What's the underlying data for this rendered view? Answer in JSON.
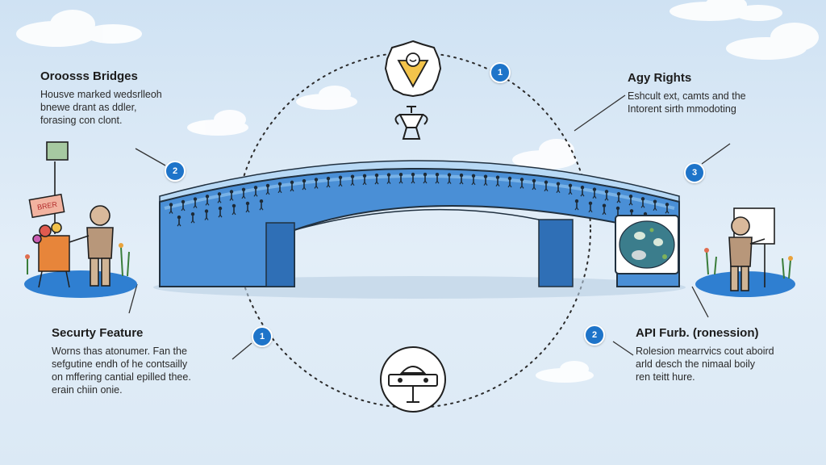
{
  "blocks": {
    "top_left": {
      "title": "Oroosss Bridges",
      "lines": [
        "Housve marked wedsrlleoh",
        "bnewe drant as ddler,",
        "forasing con clont."
      ]
    },
    "top_right": {
      "title": "Agy Rights",
      "lines": [
        "Eshcult ext, camts and the",
        "Intorent sirth mmodoting"
      ]
    },
    "bottom_left": {
      "title": "Securty Feature",
      "lines": [
        "Worns thas atonumer. Fan the",
        "sefgutine endh of he contsailly",
        "on mffering cantial epilled thee.",
        "erain chiin onie."
      ]
    },
    "bottom_right": {
      "title": "API Furb. (ronession)",
      "lines": [
        "Rolesion mearrvics cout aboird",
        "arld desch the nimaal boily",
        "ren teitt hure."
      ]
    }
  },
  "badges": {
    "top_center": "1",
    "left_upper": "2",
    "right_upper": "3",
    "left_lower": "1",
    "right_lower": "2"
  },
  "sign": {
    "text": "BRER"
  },
  "colors": {
    "badge": "#1e74c9",
    "bridge_front": "#4a8fd6",
    "bridge_top": "#9cc8ef",
    "circle": "#2b2b2b",
    "background": "#d7e7f5"
  },
  "icons": [
    "shield-person-icon",
    "trophy-icon",
    "robot-icon",
    "monitor-screen-icon"
  ]
}
